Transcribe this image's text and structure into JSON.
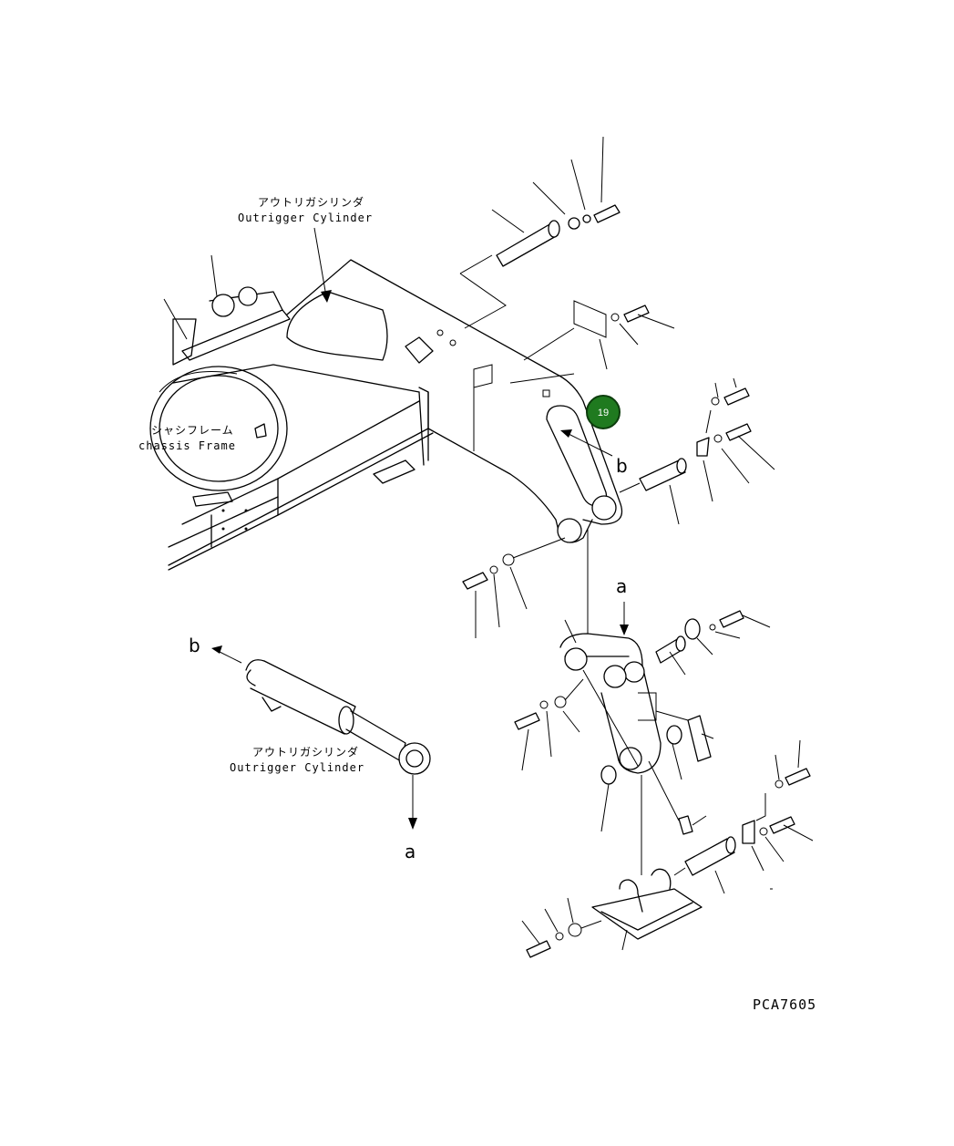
{
  "diagram": {
    "labels": {
      "outrigger_cylinder_top_jp": "アウトリガシリンダ",
      "outrigger_cylinder_top_en": "Outrigger Cylinder",
      "chassis_frame_jp": "シャシフレーム",
      "chassis_frame_en": "chassis Frame",
      "outrigger_cylinder_bottom_jp": "アウトリガシリンダ",
      "outrigger_cylinder_bottom_en": "Outrigger Cylinder",
      "ref_b_upper": "b",
      "ref_a_upper": "a",
      "ref_b_lower": "b",
      "ref_a_lower": "a"
    },
    "callout": {
      "number": "19",
      "color": "#1f7a1f"
    },
    "drawing_code": "PCA7605"
  }
}
